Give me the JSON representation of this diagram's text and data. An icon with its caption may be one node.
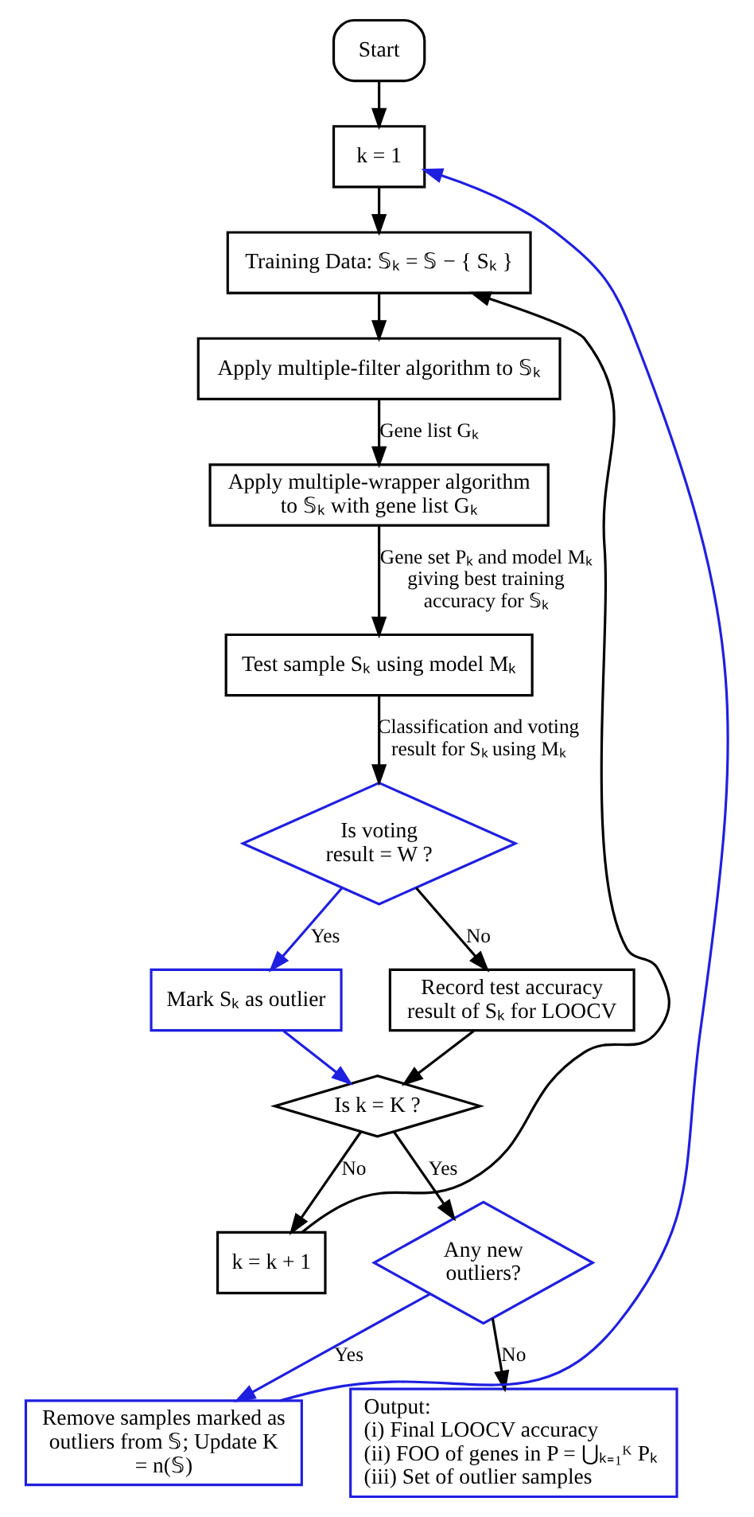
{
  "diagram": {
    "nodes": [
      {
        "text": [
          "Start"
        ]
      },
      {
        "text": [
          "k = 1"
        ]
      },
      {
        "text": [
          "Training Data: 𝕊ₖ = 𝕊 − { Sₖ }"
        ]
      },
      {
        "text": [
          "Apply multiple-filter algorithm to 𝕊ₖ"
        ]
      },
      {
        "text": [
          "Apply multiple-wrapper algorithm to 𝕊ₖ with gene list Gₖ"
        ]
      },
      {
        "text": [
          "Test sample Sₖ using model Mₖ"
        ]
      },
      {
        "text": [
          "Is voting result = W ?"
        ]
      },
      {
        "text": [
          "Mark Sₖ as outlier"
        ]
      },
      {
        "text": [
          "Record test accuracy result of Sₖ for LOOCV"
        ]
      },
      {
        "text": [
          "Is k = K ?"
        ]
      },
      {
        "text": [
          "k = k + 1"
        ]
      },
      {
        "text": [
          "Any new outliers?"
        ]
      },
      {
        "text": [
          "Remove samples marked as outliers from 𝕊; Update K = n(𝕊)"
        ]
      },
      {
        "text": [
          "Output:",
          "(i) Final LOOCV accuracy",
          "(ii) FOO of genes in P = ⋃ₖ₌₁ᴷ Pₖ",
          "(iii) Set of outlier samples"
        ]
      }
    ],
    "edges": [
      {
        "from": 0,
        "to": 1,
        "arrow": "to"
      },
      {
        "from": 1,
        "to": 2,
        "arrow": "to"
      },
      {
        "from": 2,
        "to": 3,
        "arrow": "to"
      },
      {
        "from": 3,
        "to": 4,
        "arrow": "to",
        "label": "Gene list Gₖ"
      },
      {
        "from": 4,
        "to": 5,
        "arrow": "to",
        "label": "Gene set Pₖ and model Mₖ giving best training accuracy for 𝕊ₖ"
      },
      {
        "from": 5,
        "to": 6,
        "arrow": "to",
        "label": "Classification and voting result for Sₖ using Mₖ"
      },
      {
        "from": 6,
        "to": 7,
        "arrow": "to",
        "label": "Yes",
        "color": "#1f1fe0"
      },
      {
        "from": 6,
        "to": 8,
        "arrow": "to",
        "label": "No"
      },
      {
        "from": 7,
        "to": 9,
        "arrow": "to",
        "color": "#1f1fe0"
      },
      {
        "from": 8,
        "to": 9,
        "arrow": "to"
      },
      {
        "from": 9,
        "to": 10,
        "arrow": "to",
        "label": "No"
      },
      {
        "from": 10,
        "to": 2,
        "arrow": "to"
      },
      {
        "from": 9,
        "to": 11,
        "arrow": "to",
        "label": "Yes"
      },
      {
        "from": 11,
        "to": 12,
        "arrow": "to",
        "label": "Yes",
        "color": "#1f1fe0"
      },
      {
        "from": 12,
        "to": 1,
        "arrow": "to",
        "color": "#1f1fe0"
      },
      {
        "from": 11,
        "to": 13,
        "arrow": "to",
        "label": "No"
      }
    ]
  }
}
